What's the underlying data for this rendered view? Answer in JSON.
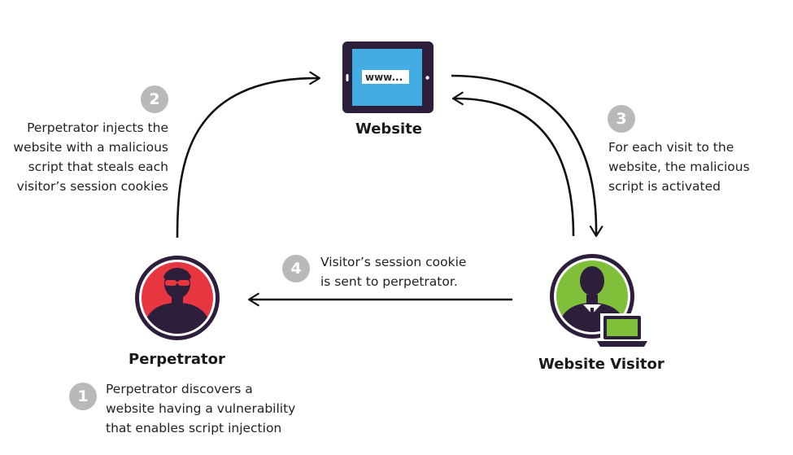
{
  "nodes": {
    "website": {
      "label": "Website",
      "url_text": "www..."
    },
    "perpetrator": {
      "label": "Perpetrator"
    },
    "visitor": {
      "label": "Website Visitor"
    }
  },
  "steps": [
    {
      "number": "1",
      "lines": [
        "Perpetrator discovers a",
        "website having a vulnerability",
        "that enables script injection"
      ]
    },
    {
      "number": "2",
      "lines": [
        "Perpetrator injects the",
        "website with a malicious",
        "script that steals each",
        "visitor’s session cookies"
      ]
    },
    {
      "number": "3",
      "lines": [
        "For each visit to the",
        "website, the malicious",
        "script is activated"
      ]
    },
    {
      "number": "4",
      "lines": [
        "Visitor’s session cookie",
        "is sent to perpetrator."
      ]
    }
  ],
  "colors": {
    "badge": "#b9b9b9",
    "tablet_frame": "#2d1e3c",
    "tablet_screen": "#43ade3",
    "perpetrator_fill": "#e7363f",
    "visitor_fill": "#7fbf3a",
    "icon_ring": "#2d1e3c",
    "arrow": "#111111"
  }
}
